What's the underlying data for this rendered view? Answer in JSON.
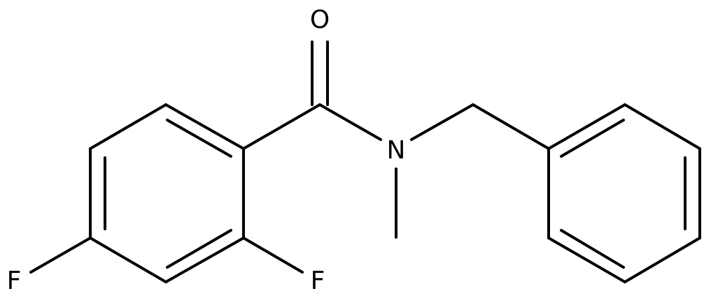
{
  "molecule": {
    "atoms": {
      "oxygen": "O",
      "nitrogen": "N",
      "fluorine_para": "F",
      "fluorine_ortho": "F"
    },
    "colors": {
      "bond": "#000000",
      "label": "#000000",
      "background": "#ffffff"
    }
  }
}
